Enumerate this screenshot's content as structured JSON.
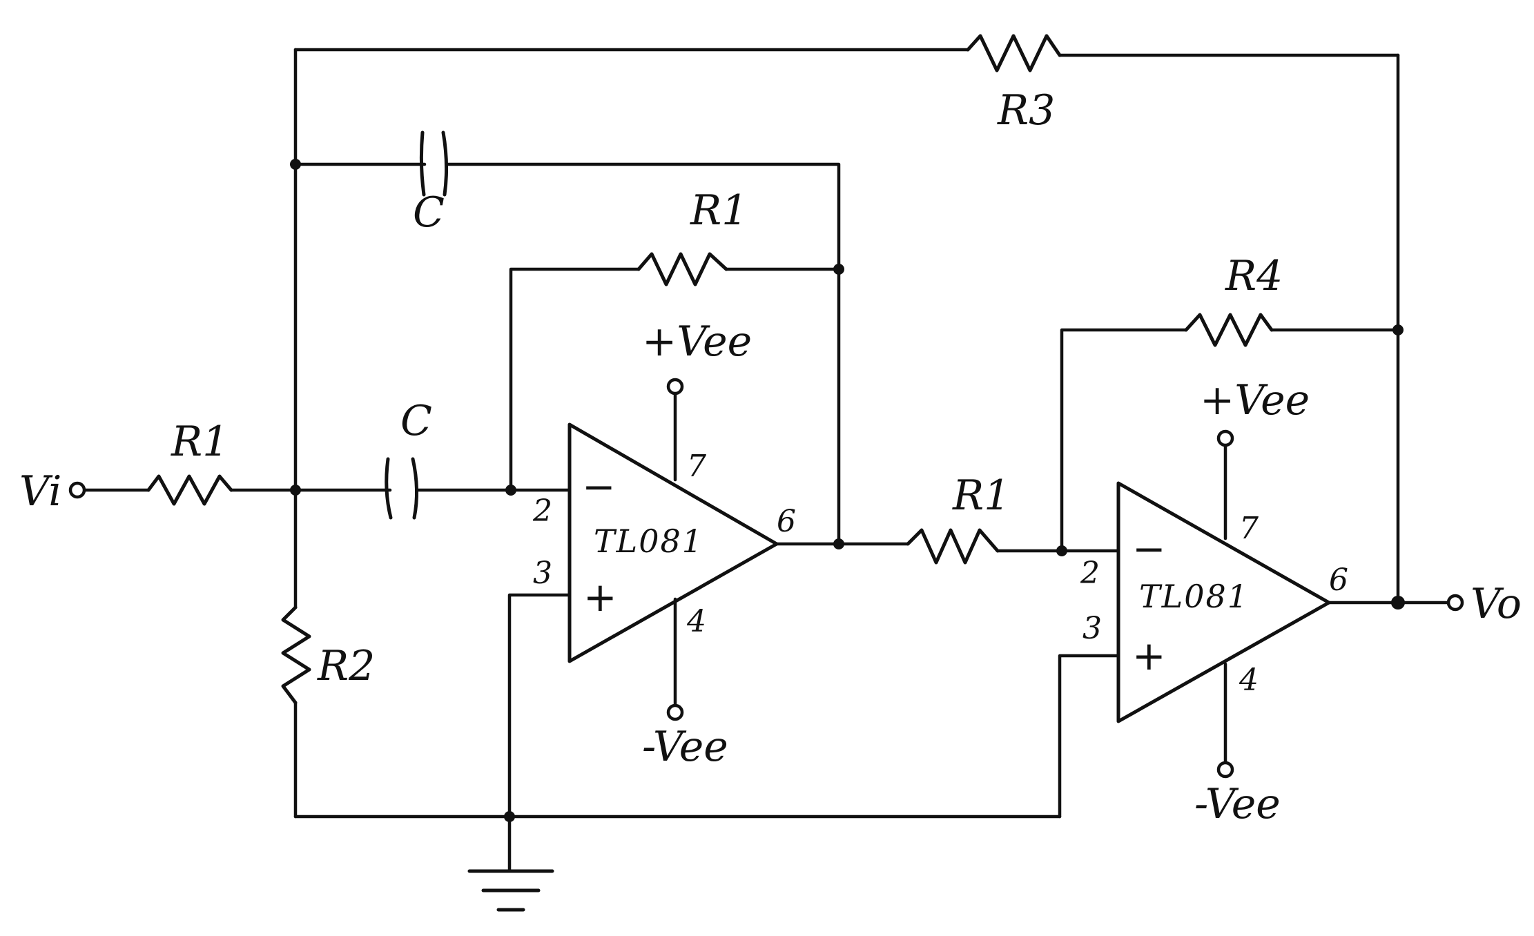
{
  "labels": {
    "vi": "Vi",
    "vo": "Vo",
    "r_in": "R1",
    "r1_feedback": "R1",
    "r1_stage2": "R1",
    "r2": "R2",
    "r3": "R3",
    "r4": "R4",
    "c_top": "C",
    "c_series": "C"
  },
  "opamp1": {
    "part": "TL081",
    "minus": "−",
    "plus": "+",
    "pin_inv": "2",
    "pin_noninv": "3",
    "pin_out": "6",
    "pin_vpos": "7",
    "pin_vneg": "4",
    "vpos_label": "+Vee",
    "vneg_label": "-Vee"
  },
  "opamp2": {
    "part": "TL081",
    "minus": "−",
    "plus": "+",
    "pin_inv": "2",
    "pin_noninv": "3",
    "pin_out": "6",
    "pin_vpos": "7",
    "pin_vneg": "4",
    "vpos_label": "+Vee",
    "vneg_label": "-Vee"
  }
}
